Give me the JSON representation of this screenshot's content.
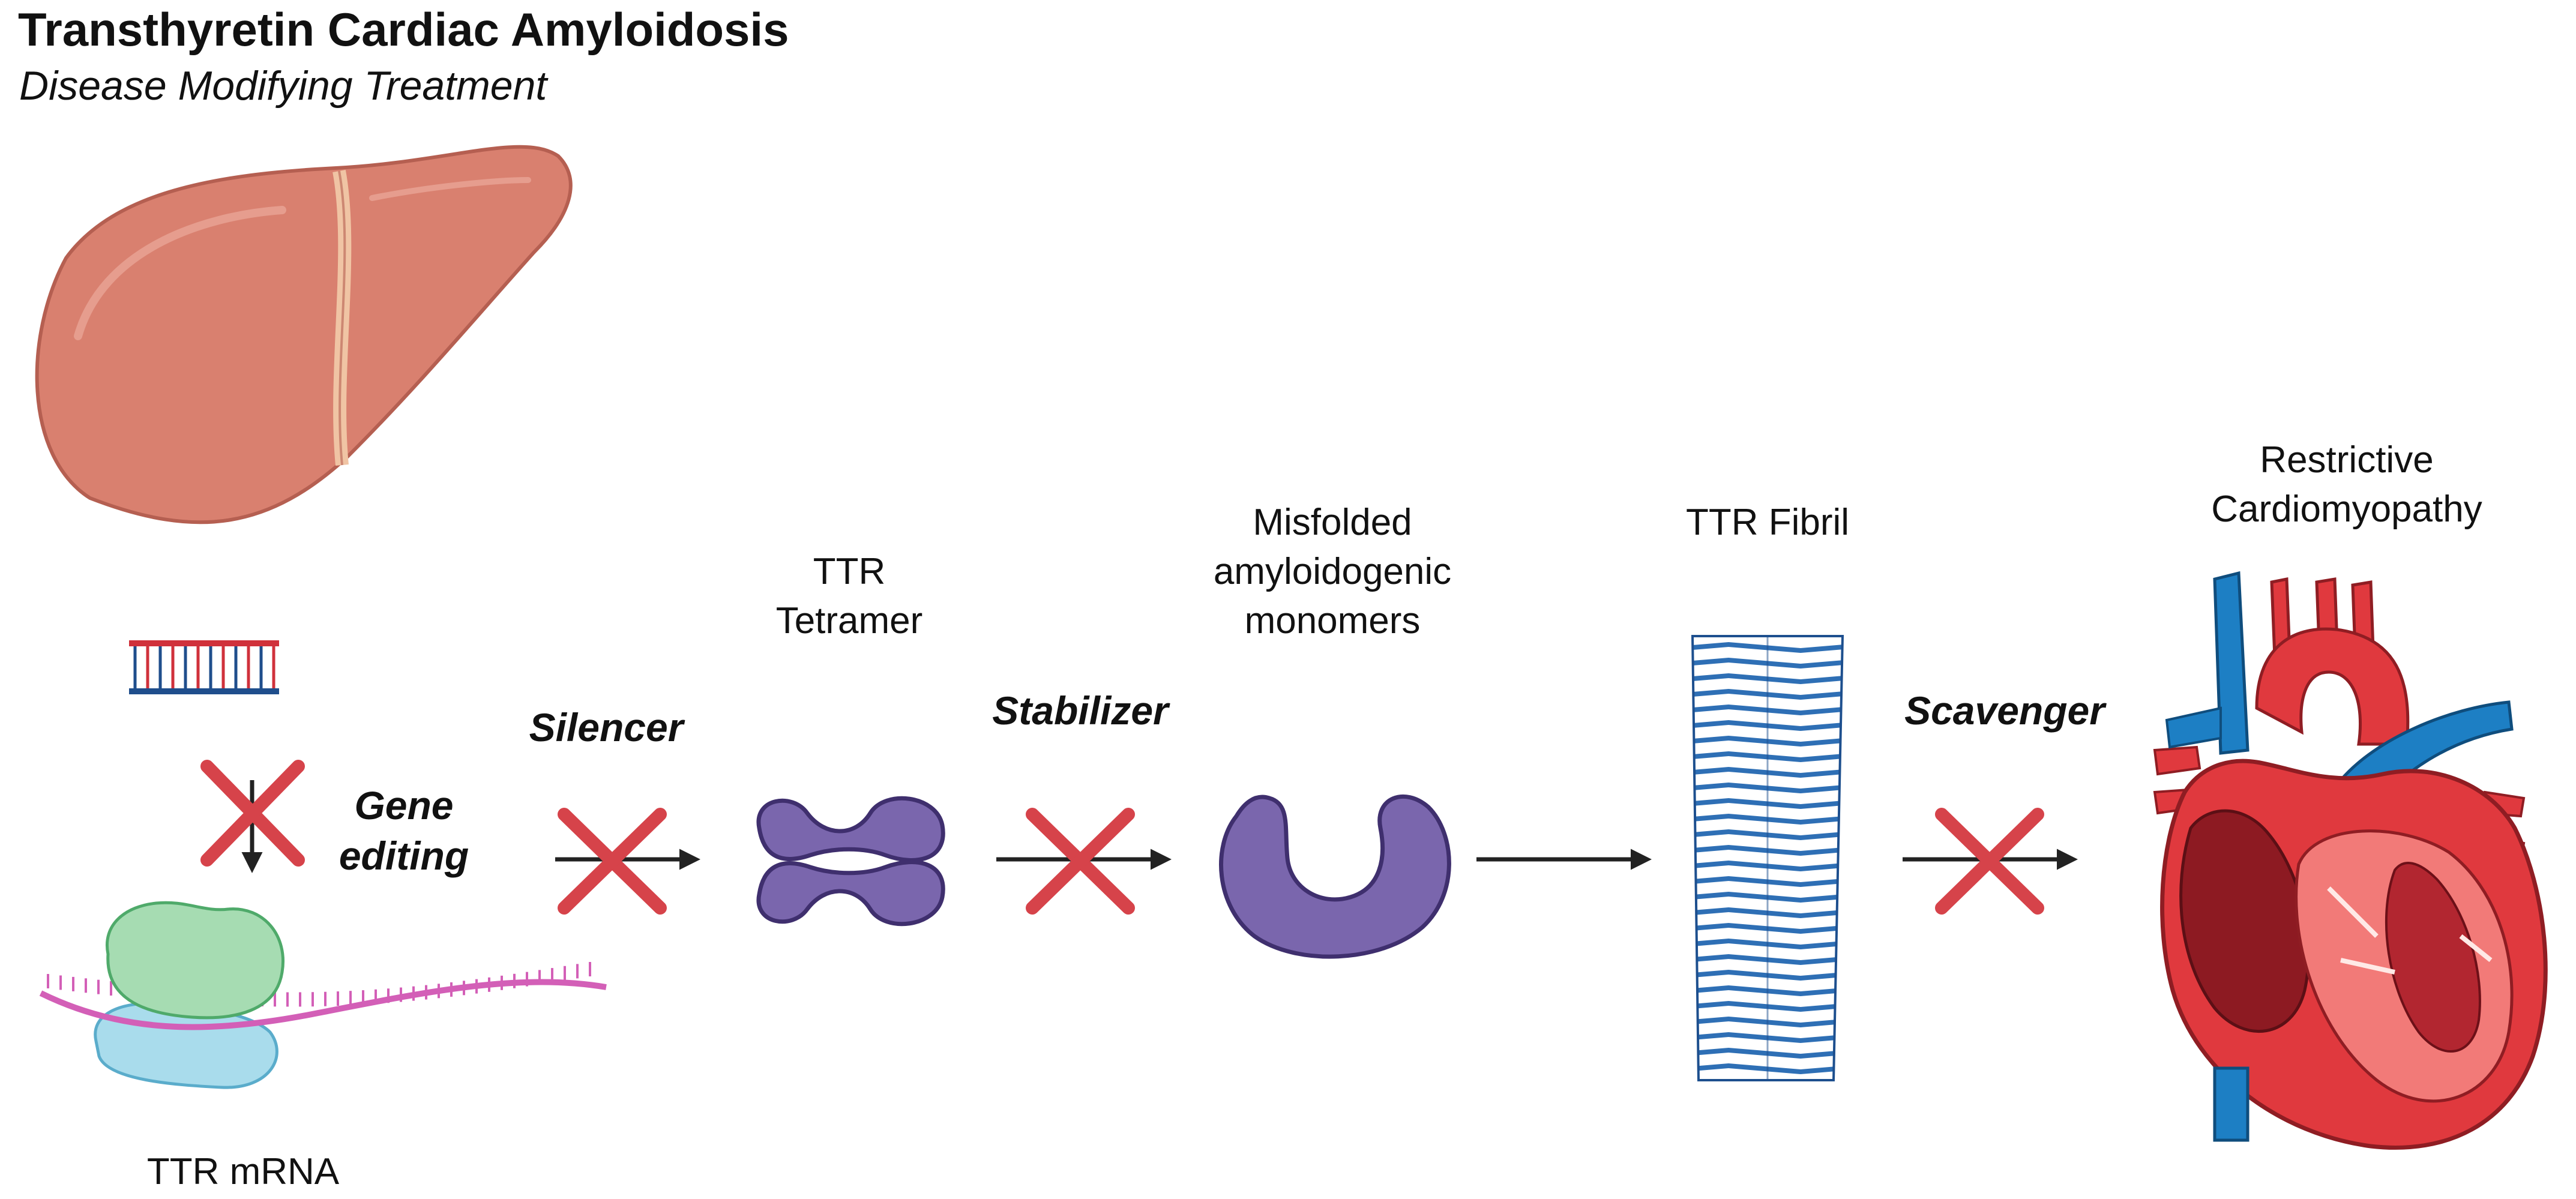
{
  "header": {
    "title": "Transthyretin Cardiac Amyloidosis",
    "subtitle": "Disease Modifying Treatment"
  },
  "labels": {
    "ttr_tetramer_l1": "TTR",
    "ttr_tetramer_l2": "Tetramer",
    "misfolded_l1": "Misfolded",
    "misfolded_l2": "amyloidogenic",
    "misfolded_l3": "monomers",
    "ttr_fibril": "TTR Fibril",
    "restrictive_l1": "Restrictive",
    "restrictive_l2": "Cardiomyopathy",
    "ttr_mrna": "TTR mRNA"
  },
  "treatments": {
    "gene_editing_l1": "Gene",
    "gene_editing_l2": "editing",
    "silencer": "Silencer",
    "stabilizer": "Stabilizer",
    "scavenger": "Scavenger"
  },
  "colors": {
    "liver": "#d9806f",
    "gallbladder": "#f0c4a4",
    "block_x": "#d6434a",
    "arrow": "#222222",
    "tetramer": "#7a66ad",
    "fibril": "#2e6fb5",
    "heart_red": "#e0393e",
    "vessel_blue": "#1d7fc4",
    "enzyme_green": "#a6dcb2",
    "enzyme_blue": "#a9dcec",
    "mrna_pink": "#d35fb7"
  },
  "icons": [
    "liver-icon",
    "dna-strand-icon",
    "gene-editing-complex-icon",
    "ttr-tetramer-icon",
    "misfolded-monomer-icon",
    "ttr-fibril-icon",
    "heart-icon",
    "block-x-icon",
    "arrow-icon"
  ]
}
